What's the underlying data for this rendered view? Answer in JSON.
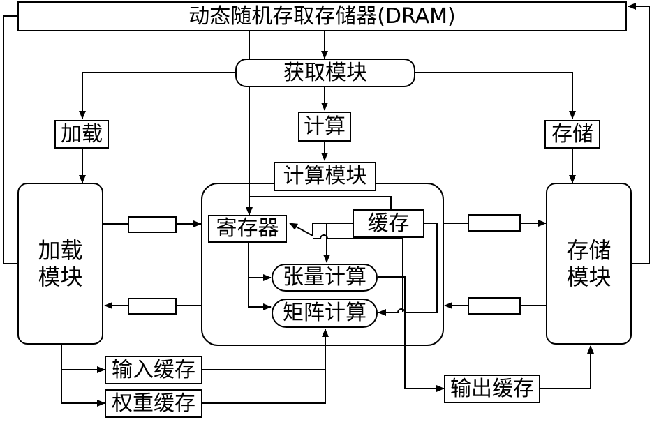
{
  "dram": "动态随机存取存储器(DRAM)",
  "fetch_module": "获取模块",
  "ops": {
    "load": "加载",
    "compute": "计算",
    "store": "存储"
  },
  "compute_module": {
    "title": "计算模块",
    "register": "寄存器",
    "cache": "缓存",
    "tensor_compute": "张量计算",
    "matrix_compute": "矩阵计算"
  },
  "load_module": "加载\n模块",
  "store_module": "存储\n模块",
  "buffers": {
    "input": "输入缓存",
    "weight": "权重缓存",
    "output": "输出缓存"
  }
}
